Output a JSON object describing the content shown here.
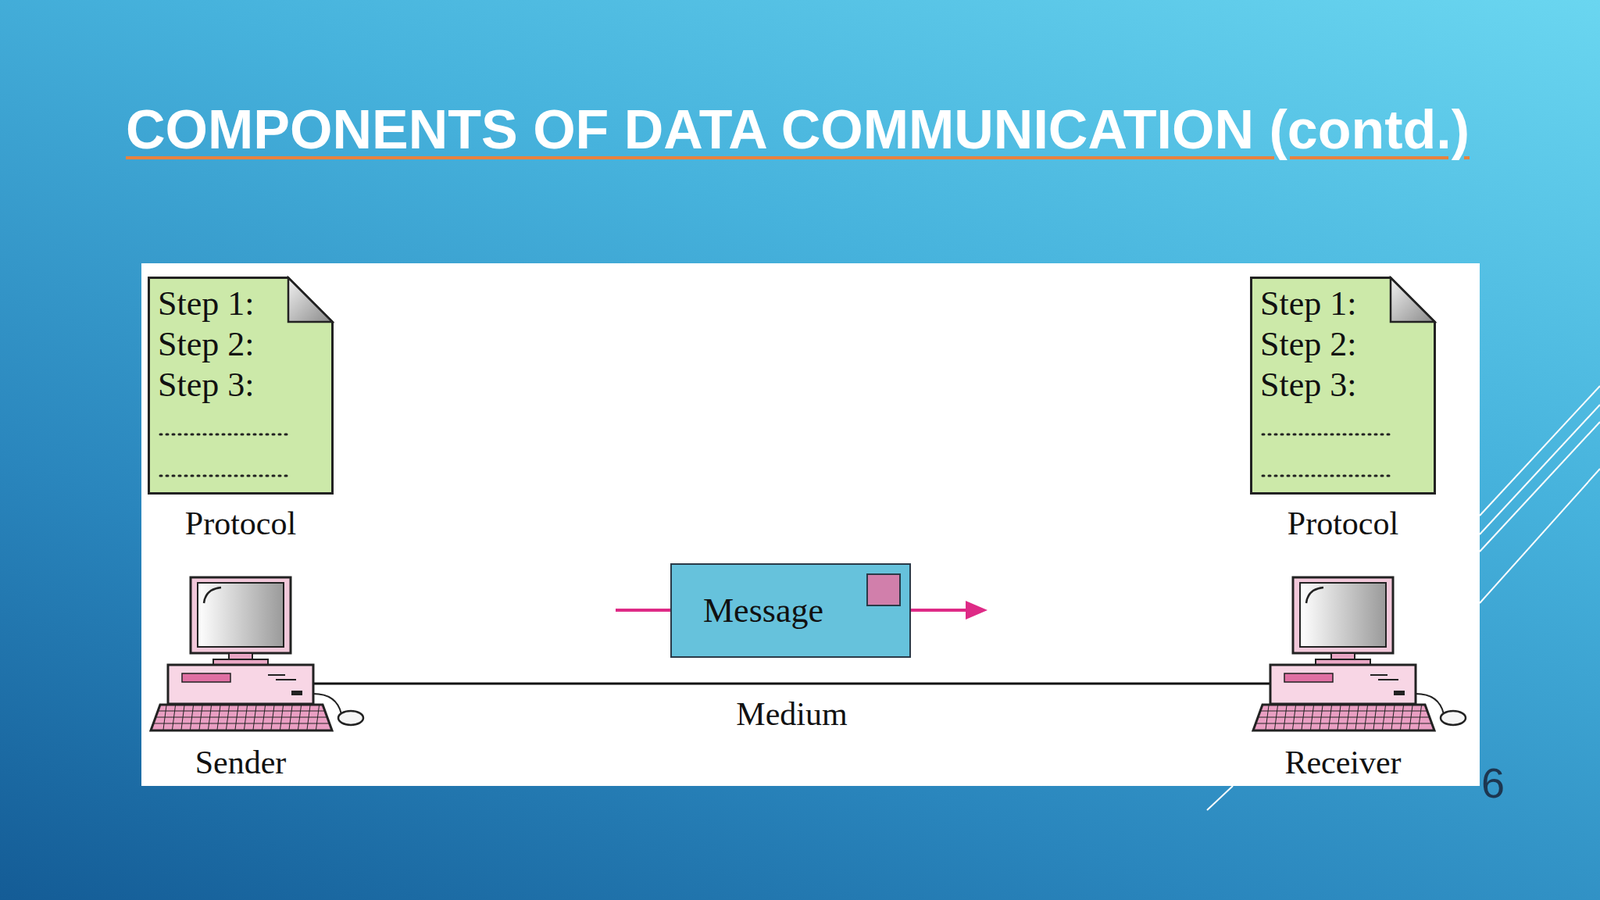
{
  "diagram": {
    "title": "COMPONENTS OF DATA COMMUNICATION (contd.)",
    "nodes": [
      {
        "text": [
          "Step 1:",
          "Step 2:",
          "Step 3:",
          "Protocol"
        ]
      },
      {
        "text": [
          "Step 1:",
          "Step 2:",
          "Step 3:",
          "Protocol"
        ]
      },
      {
        "text": [
          "Message"
        ]
      },
      {
        "text": [
          "Sender"
        ]
      },
      {
        "text": [
          "Receiver"
        ]
      }
    ],
    "edges": [
      {
        "from": 3,
        "to": 4,
        "arrow": "none",
        "label": "Medium"
      }
    ],
    "labels": [
      "6"
    ]
  }
}
